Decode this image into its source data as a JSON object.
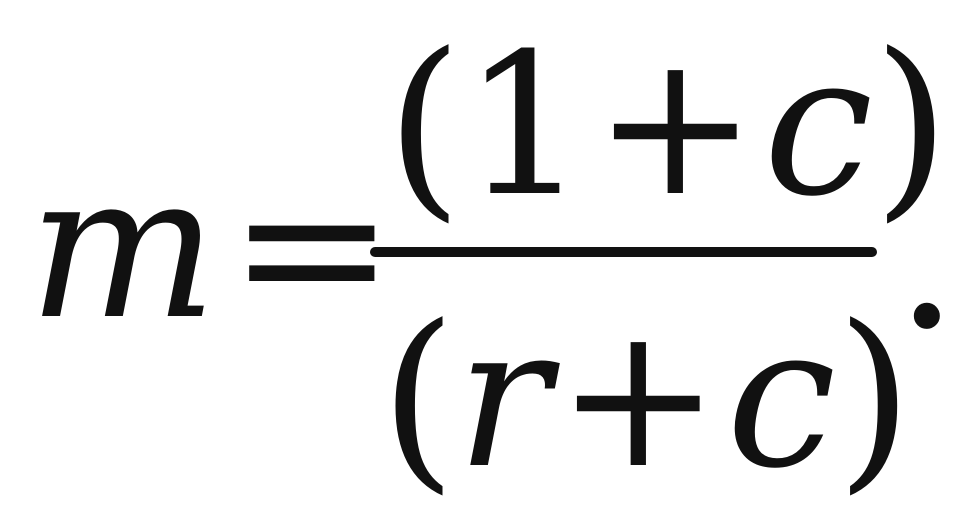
{
  "equation": {
    "lhs": "m",
    "equals": "=",
    "numerator": {
      "open": "(",
      "a": "1",
      "op": "+",
      "b": "c",
      "close": ")"
    },
    "denominator": {
      "open": "(",
      "a": "r",
      "op": "+",
      "b": "c",
      "close": ")"
    },
    "terminator": "."
  }
}
